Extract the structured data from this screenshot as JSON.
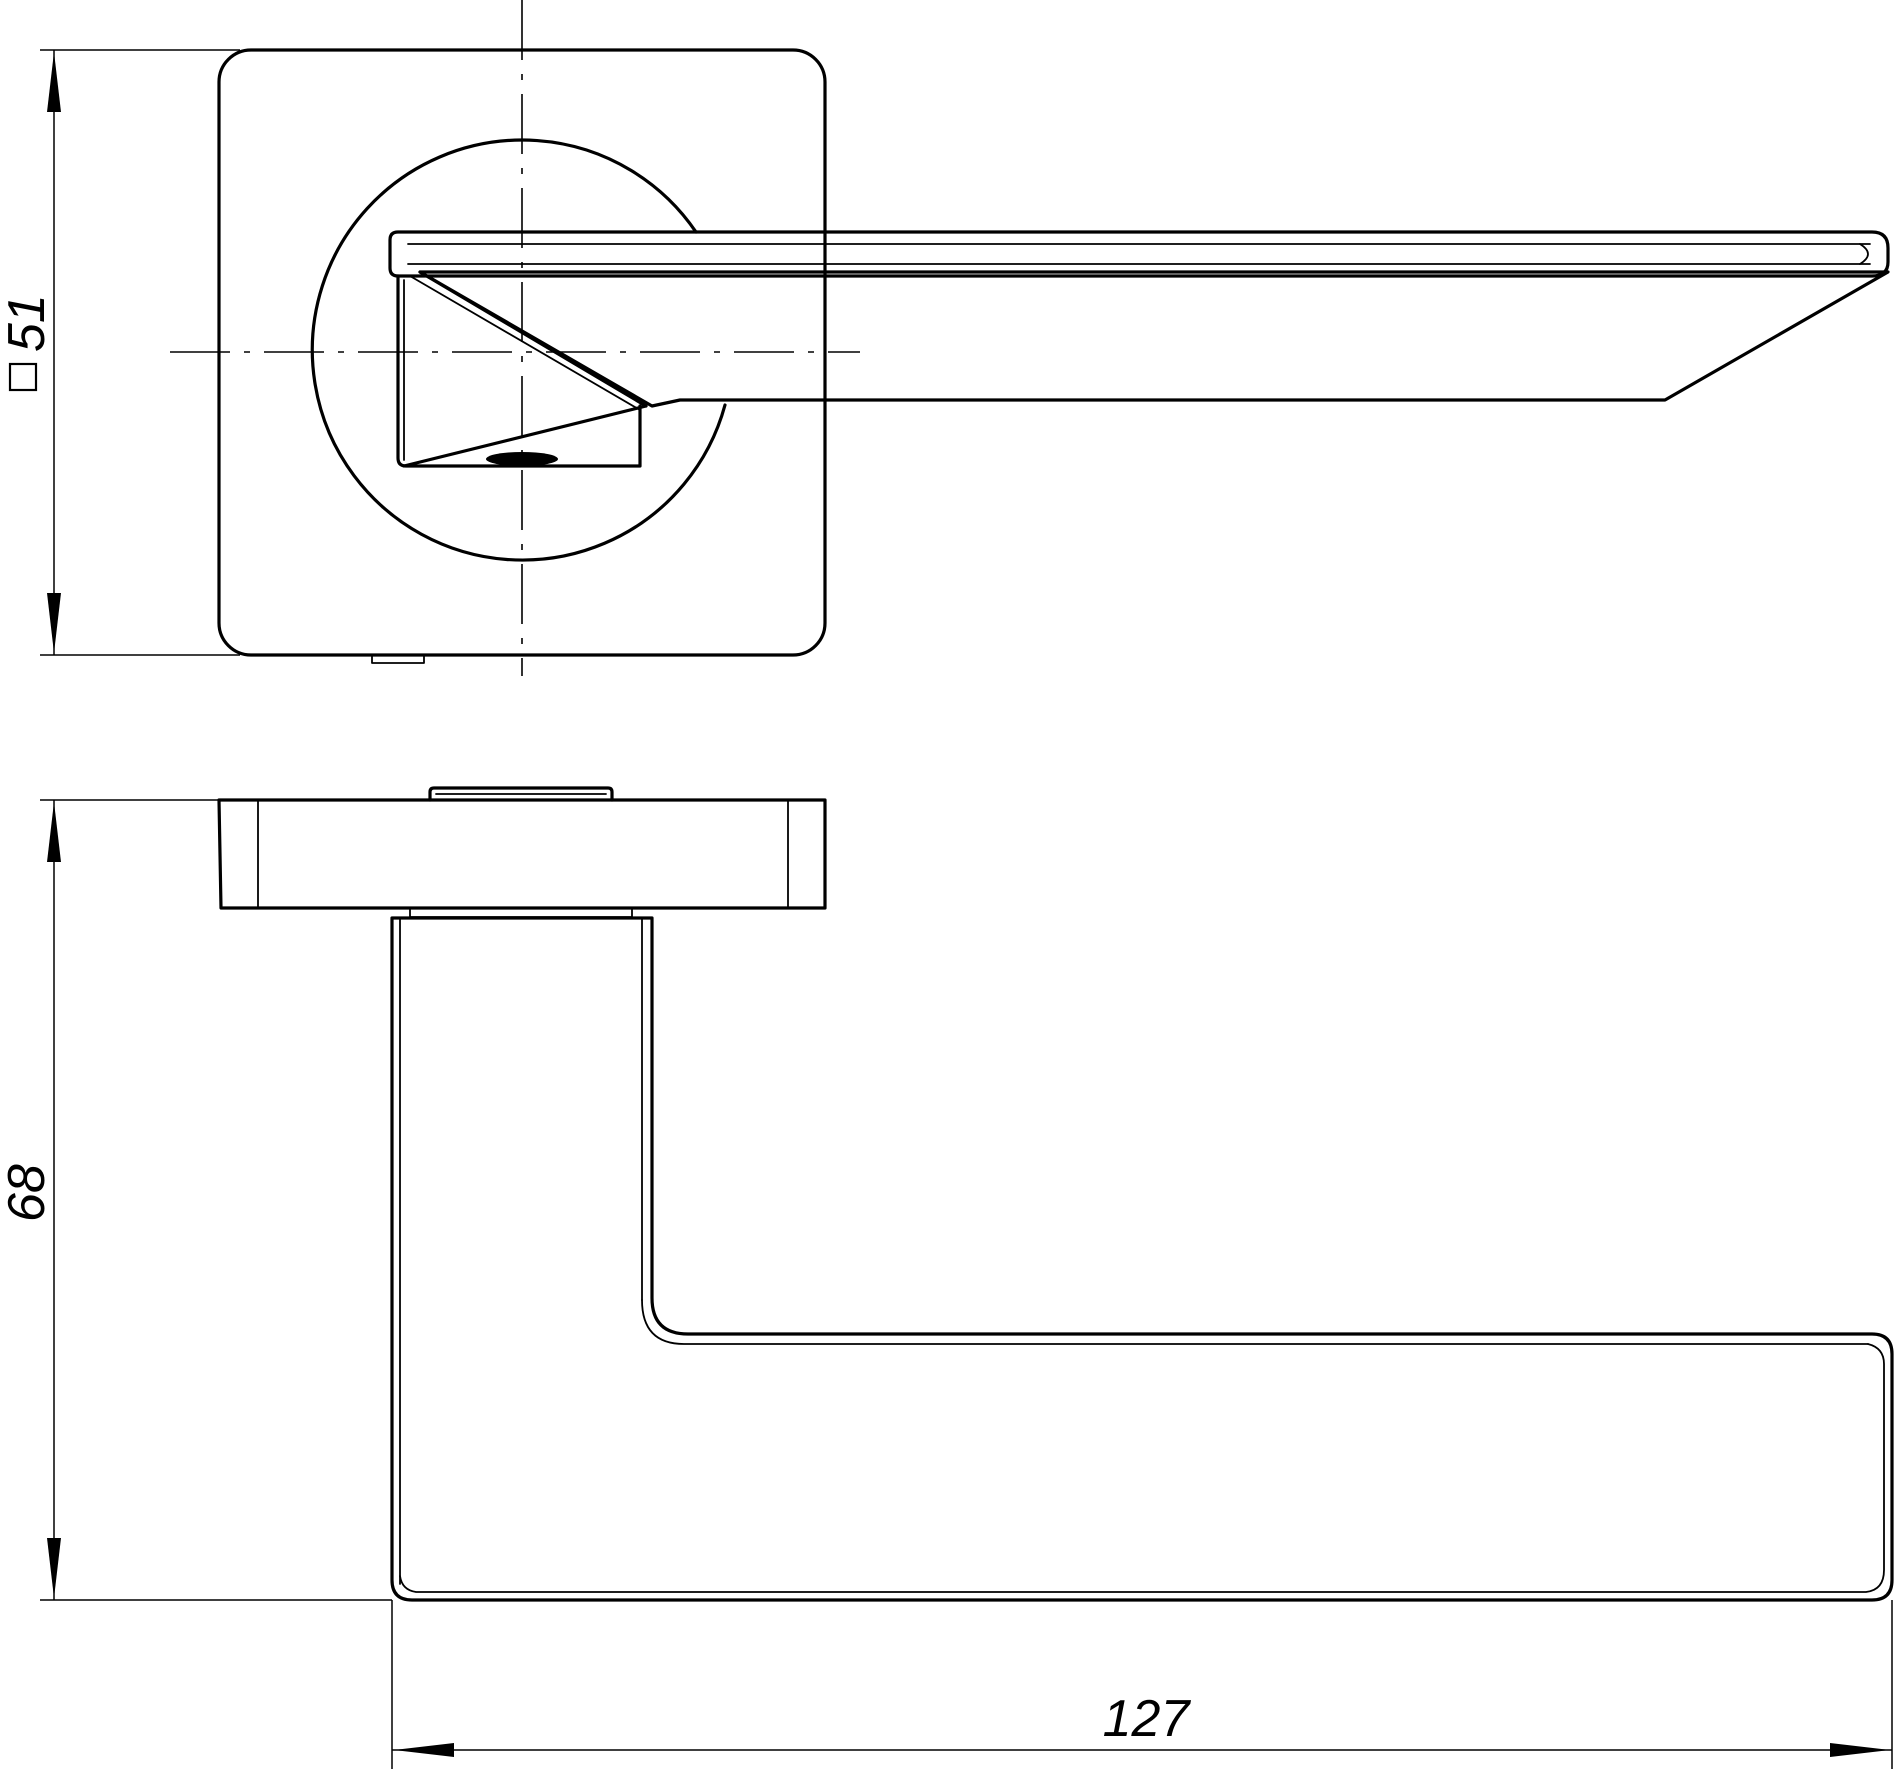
{
  "dimensions": {
    "rose_square": "51",
    "projection": "68",
    "lever_length": "127"
  },
  "colors": {
    "line": "#000000",
    "background": "#ffffff"
  }
}
